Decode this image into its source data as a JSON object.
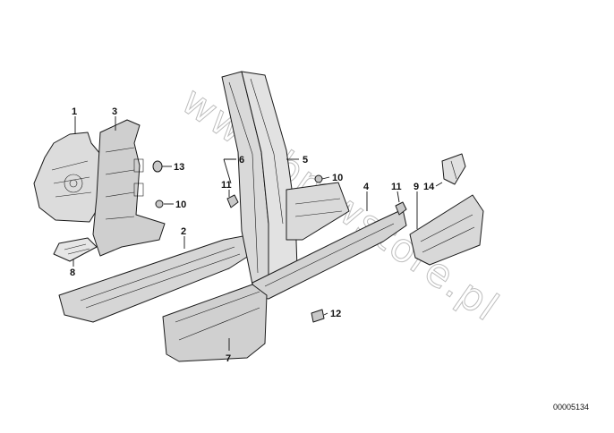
{
  "watermark": "www.bmwstore.pl",
  "document_number": "00005134",
  "callouts": [
    {
      "id": "1",
      "label": "1"
    },
    {
      "id": "2",
      "label": "2"
    },
    {
      "id": "3",
      "label": "3"
    },
    {
      "id": "4",
      "label": "4"
    },
    {
      "id": "5",
      "label": "5"
    },
    {
      "id": "6",
      "label": "6"
    },
    {
      "id": "7",
      "label": "7"
    },
    {
      "id": "8",
      "label": "8"
    },
    {
      "id": "9",
      "label": "9"
    },
    {
      "id": "10a",
      "label": "10"
    },
    {
      "id": "10b",
      "label": "10"
    },
    {
      "id": "11a",
      "label": "11"
    },
    {
      "id": "11b",
      "label": "11"
    },
    {
      "id": "12",
      "label": "12"
    },
    {
      "id": "13",
      "label": "13"
    },
    {
      "id": "14",
      "label": "14"
    }
  ]
}
